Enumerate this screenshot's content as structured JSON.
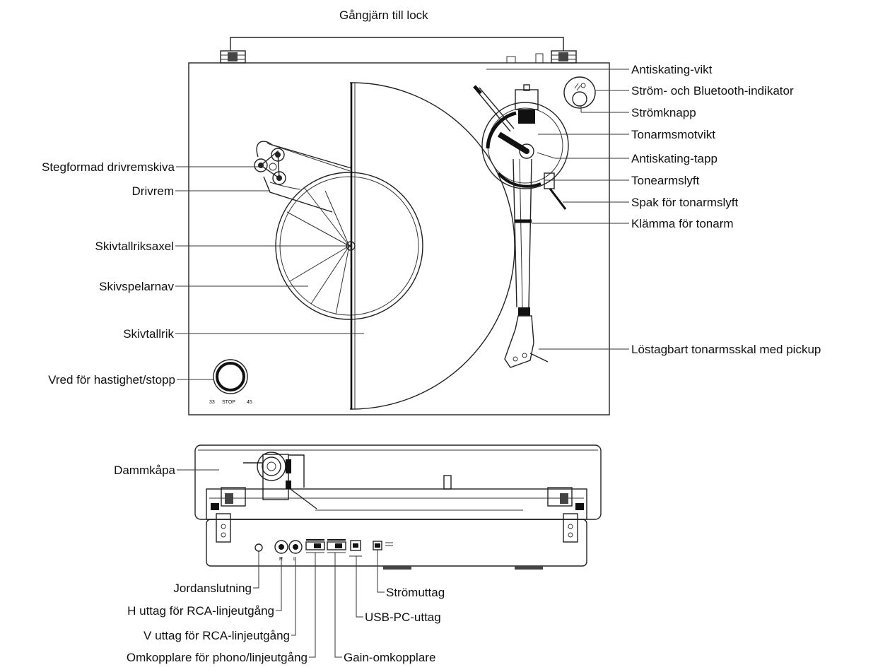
{
  "top_view": {
    "labels": {
      "hinge": "Gångjärn till lock",
      "antiskate_weight": "Antiskating-vikt",
      "power_bt_indicator": "Ström- och Bluetooth-indikator",
      "power_button": "Strömknapp",
      "counterweight": "Tonarmsmotvikt",
      "antiskate_pin": "Antiskating-tapp",
      "tonearm_lift": "Tonearmslyft",
      "lift_lever": "Spak för tonarmslyft",
      "tonearm_clamp": "Klämma för tonarm",
      "headshell": "Löstagbart tonarmsskal med pickup",
      "pulley": "Stegformad drivremskiva",
      "belt": "Drivrem",
      "spindle": "Skivtallriksaxel",
      "hub": "Skivspelarnav",
      "platter": "Skivtallrik",
      "speed_knob": "Vred för hastighet/stopp"
    },
    "knob_marks": {
      "s33": "33",
      "stop": "STOP",
      "s45": "45"
    }
  },
  "rear_view": {
    "labels": {
      "dust_cover": "Dammkåpa",
      "ground": "Jordanslutning",
      "rca_right": "H uttag för RCA-linjeutgång",
      "rca_left": "V uttag för RCA-linjeutgång",
      "phono_line_switch": "Omkopplare för phono/linjeutgång",
      "gain_switch": "Gain-omkopplare",
      "usb_pc": "USB-PC-uttag",
      "power_socket": "Strömuttag"
    },
    "jack_marks": {
      "r": "R",
      "l": "L"
    }
  }
}
